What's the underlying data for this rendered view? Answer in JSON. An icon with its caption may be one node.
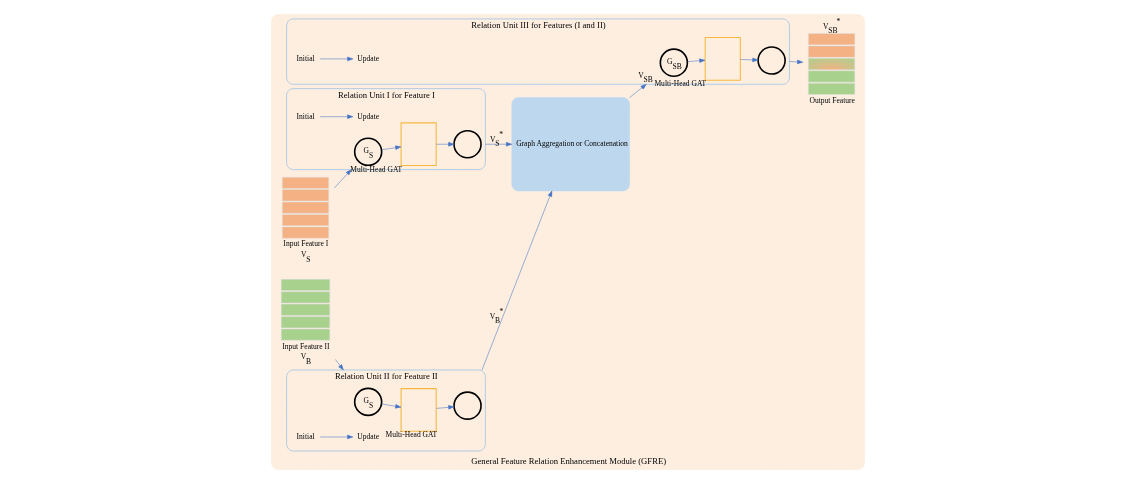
{
  "diagram": {
    "nodes": [
      {
        "text": [
          "General Feature Relation Enhancement Module (GFRE)"
        ]
      },
      {
        "text": [
          "Input Feature I",
          "V$_{S}$"
        ],
        "in": 0
      },
      {
        "text": [
          "Relation Unit I for Feature I"
        ],
        "in": 0
      },
      {
        "text": [
          "G$_{S}$"
        ],
        "in": 2
      },
      {
        "text": [
          "Initial"
        ],
        "in": 2
      },
      {
        "text": [
          "Update"
        ],
        "in": 2
      },
      {
        "text": [],
        "shape": "graph",
        "beside": [
          "Multi-Head GAT"
        ],
        "in": 2
      },
      {
        "text": [],
        "shape": "graph",
        "in": 2
      },
      {
        "text": [
          "Input Feature II",
          "V$_{B}$"
        ],
        "in": 0
      },
      {
        "text": [
          "Relation Unit II for Feature II"
        ],
        "in": 0
      },
      {
        "text": [
          "G$_{S}$"
        ],
        "in": 9
      },
      {
        "text": [
          "Initial"
        ],
        "in": 9
      },
      {
        "text": [
          "Update"
        ],
        "in": 9
      },
      {
        "text": [],
        "shape": "graph",
        "beside": [
          "Multi-Head GAT"
        ],
        "in": 9
      },
      {
        "text": [],
        "shape": "graph",
        "in": 9
      },
      {
        "text": [
          "Graph Aggregation or Concatenation"
        ],
        "in": 0
      },
      {
        "text": [
          "Relation Unit III for Features (I and II)"
        ],
        "in": 0
      },
      {
        "text": [
          "G$_{SB}$"
        ],
        "in": 16
      },
      {
        "text": [
          "Initial"
        ],
        "in": 16
      },
      {
        "text": [
          "Update"
        ],
        "in": 16
      },
      {
        "text": [],
        "shape": "graph",
        "beside": [
          "Multi-Head GAT"
        ],
        "in": 16
      },
      {
        "text": [],
        "shape": "graph",
        "in": 16
      },
      {
        "text": [
          "V$_{SB}$$^{*}$",
          "Output Feature"
        ],
        "in": 0
      }
    ],
    "edges": [
      {
        "from": 1,
        "to": 2,
        "arrow": "to"
      },
      {
        "from": 4,
        "to": 5,
        "arrow": "to"
      },
      {
        "from": 3,
        "to": 6,
        "arrow": "to"
      },
      {
        "from": 6,
        "to": 7,
        "arrow": "to"
      },
      {
        "from": 2,
        "to": 15,
        "arrow": "to",
        "label": "V$_{S}$$^{*}$"
      },
      {
        "from": 8,
        "to": 9,
        "arrow": "to"
      },
      {
        "from": 11,
        "to": 12,
        "arrow": "to"
      },
      {
        "from": 10,
        "to": 13,
        "arrow": "to"
      },
      {
        "from": 13,
        "to": 14,
        "arrow": "to"
      },
      {
        "from": 9,
        "to": 15,
        "arrow": "to",
        "label": "V$_{B}$$^{*}$"
      },
      {
        "from": 15,
        "to": 16,
        "arrow": "to",
        "label": "V$_{SB}$"
      },
      {
        "from": 18,
        "to": 19,
        "arrow": "to"
      },
      {
        "from": 17,
        "to": 20,
        "arrow": "to"
      },
      {
        "from": 20,
        "to": 21,
        "arrow": "to"
      },
      {
        "from": 16,
        "to": 22,
        "arrow": "to"
      }
    ]
  }
}
